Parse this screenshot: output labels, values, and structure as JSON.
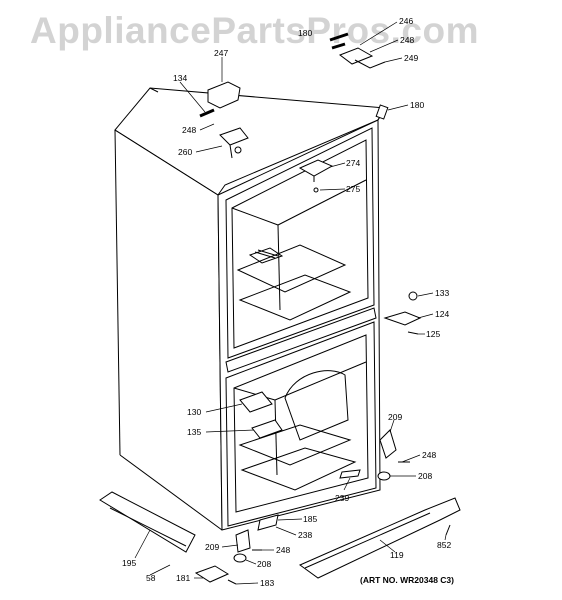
{
  "watermark": "AppliancePartsPros.com",
  "art_number": "(ART NO. WR20348 C3)",
  "callouts": {
    "c246": "246",
    "c180a": "180",
    "c248a": "248",
    "c249": "249",
    "c247": "247",
    "c134": "134",
    "c180b": "180",
    "c248b": "248",
    "c260": "260",
    "c274": "274",
    "c275": "275",
    "c133": "133",
    "c124": "124",
    "c125": "125",
    "c130": "130",
    "c135": "135",
    "c209a": "209",
    "c248c": "248",
    "c208a": "208",
    "c239": "239",
    "c185": "185",
    "c238": "238",
    "c209b": "209",
    "c248d": "248",
    "c208b": "208",
    "c181": "181",
    "c183": "183",
    "c195": "195",
    "c58": "58",
    "c119": "119",
    "c852": "852"
  }
}
